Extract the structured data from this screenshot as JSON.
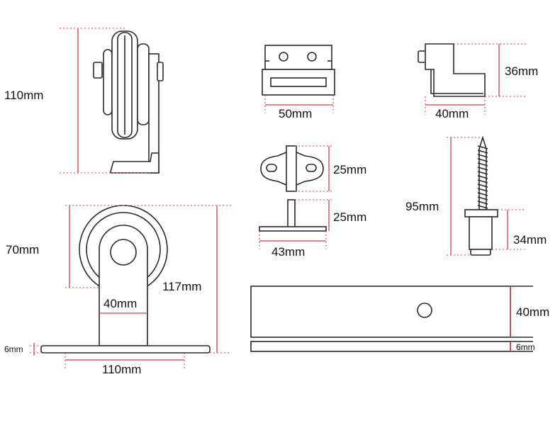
{
  "dimensions": {
    "wheel_side_height": "110mm",
    "hanger_width": "50mm",
    "stop_height": "36mm",
    "stop_width": "40mm",
    "guide_height": "25mm",
    "guide_post_height": "25mm",
    "guide_width": "43mm",
    "screw_length": "95mm",
    "spacer_length": "34mm",
    "wheel_diameter": "70mm",
    "roller_height": "117mm",
    "bracket_width": "40mm",
    "plate_thickness": "6mm",
    "plate_width": "110mm",
    "rail_height": "40mm",
    "rail_thickness": "6mm"
  },
  "colors": {
    "line": "#2a2a2a",
    "dimension": "#e23d4e"
  }
}
